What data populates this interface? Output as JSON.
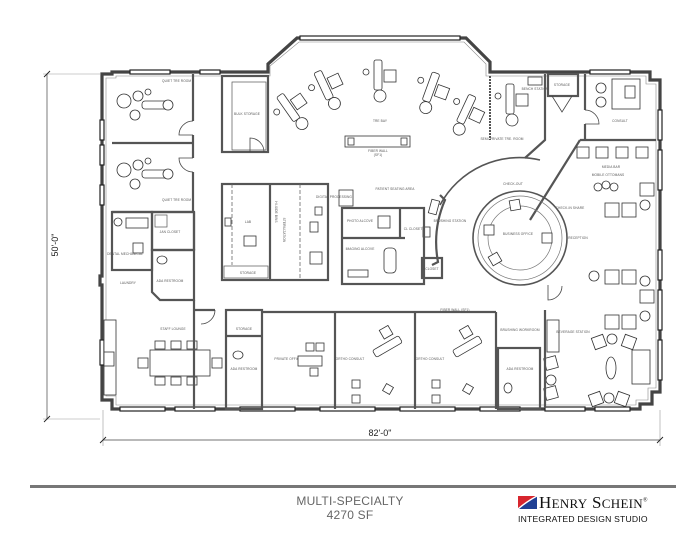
{
  "plan": {
    "dimensions": {
      "height": "50'-0\"",
      "width": "82'-0\""
    },
    "rooms": {
      "quiet_tx_room_2": "QUIET TRE ROOM 2",
      "quiet_tx_room_1": "QUIET TRE ROOM 1",
      "bulk_storage": "BULK STORAGE",
      "tre_bay": "TRE BAY",
      "fiber_wall": "FIBER WALL",
      "fiber_wall_sub": "(SF1)",
      "semi_private_tx_room": "SEMI-PRIVATE TRE. ROOM",
      "bench_station": "BENCH STATION",
      "storage_top": "STORAGE",
      "consult": "CONSULT",
      "media_bar": "MEDIA BAR",
      "mobile_ottomans": "MOBILE OTTOMANS",
      "jan_closet": "JAN CLOSET",
      "dental_mechanical": "DENTAL MECHANICAL",
      "ada_restroom_1": "ADA RESTROOM",
      "laundry": "LAUNDRY",
      "lab": "LAB",
      "storage_lab": "STORAGE",
      "sterilization": "STERILIZATION",
      "hi_side_bins": "HI-SIDE BINS",
      "digital_processing": "DIGITAL PROCESSING",
      "patient_seating_area": "PATIENT SEATING AREA",
      "photo_alcove": "PHOTO ALCOVE",
      "cl_closet": "CL CLOSET",
      "imaging_alcove": "IMAGING ALCOVE",
      "brushing_station": "BRUSHING STATION",
      "closet": "CLOSET",
      "check_out": "CHECK-OUT",
      "business_office": "BUSINESS OFFICE",
      "check_in": "CHECK-IN SHARE",
      "reception": "RECEPTION",
      "staff_lounge": "STAFF LOUNGE",
      "storage_lower": "STORAGE",
      "ada_restroom_2": "ADA RESTROOM",
      "private_office": "PRIVATE OFFICE",
      "ortho_consult_1": "ORTHO CONSULT",
      "ortho_consult_2": "ORTHO CONSULT",
      "fiber_wall_lower": "FIBER WALL (SF1)",
      "brushing_workroom": "BRUSHING WORKROOM",
      "ada_restroom_3": "ADA RESTROOM",
      "beverage_station": "BEVERAGE STATION"
    }
  },
  "footer": {
    "title": "MULTI-SPECIALTY",
    "area": "4270 SF",
    "brand_name_first": "H",
    "brand_name_first_rest": "ENRY",
    "brand_name_second": "S",
    "brand_name_second_rest": "CHEIN",
    "brand_reg": "®",
    "brand_subtitle": "INTEGRATED DESIGN STUDIO",
    "colors": {
      "flag_red": "#d7262e",
      "flag_blue": "#1f3f94",
      "rule": "#777777"
    }
  }
}
